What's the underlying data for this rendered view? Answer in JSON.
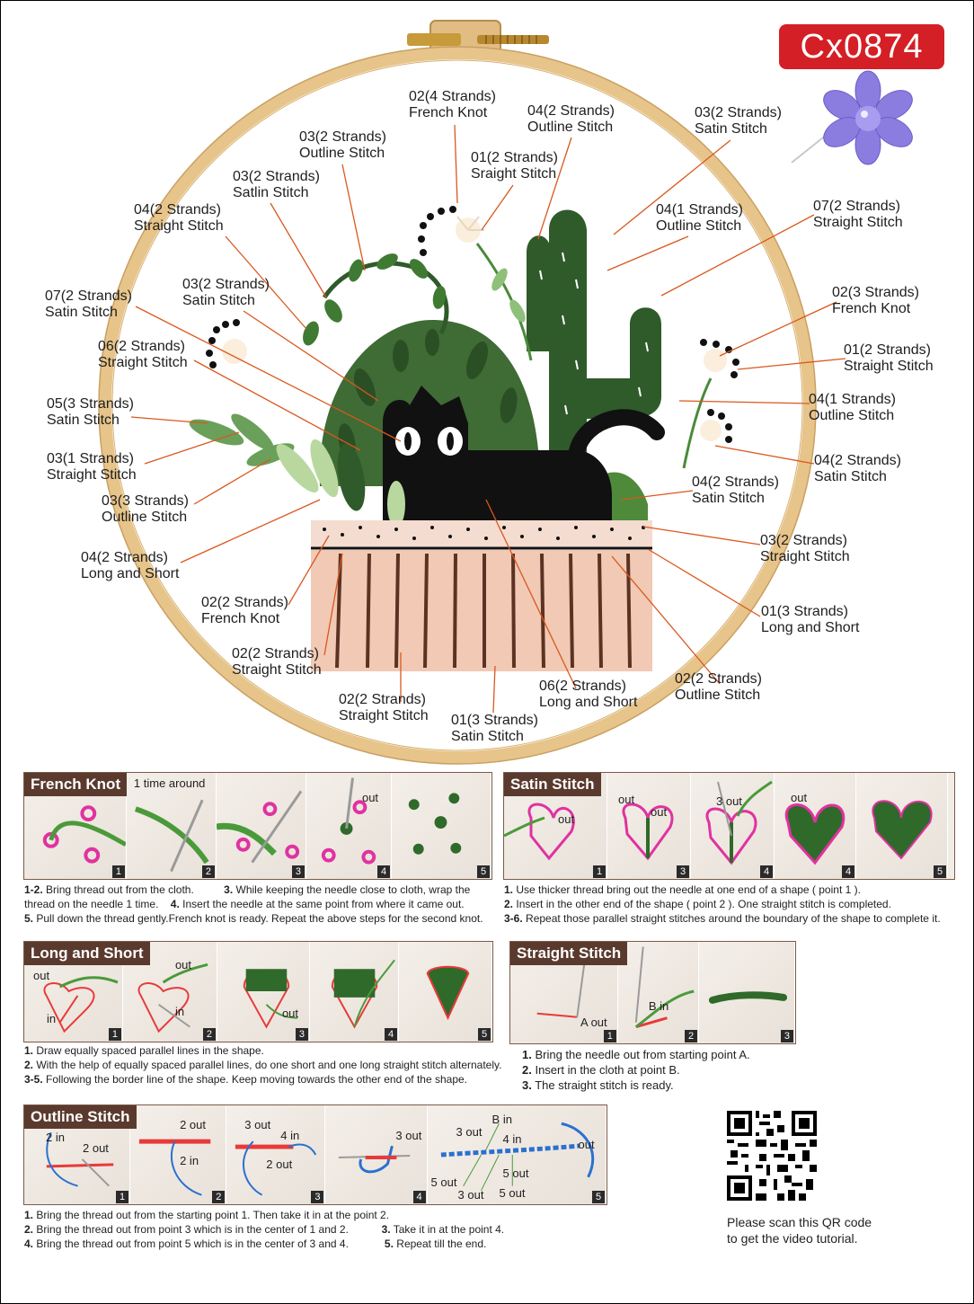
{
  "product_code": "Cx0874",
  "hoop_labels": [
    {
      "id": "l1",
      "line1": "02(4 Strands)",
      "line2": "French Knot"
    },
    {
      "id": "l2",
      "line1": "04(2 Strands)",
      "line2": "Outline Stitch"
    },
    {
      "id": "l3",
      "line1": "03(2 Strands)",
      "line2": "Satin Stitch"
    },
    {
      "id": "l4",
      "line1": "03(2 Strands)",
      "line2": "Outline Stitch"
    },
    {
      "id": "l5",
      "line1": "01(2 Strands)",
      "line2": "Sraight Stitch"
    },
    {
      "id": "l6",
      "line1": "03(2 Strands)",
      "line2": "Satlin Stitch"
    },
    {
      "id": "l7",
      "line1": "04(1 Strands)",
      "line2": "Outline Stitch"
    },
    {
      "id": "l8",
      "line1": "07(2 Strands)",
      "line2": "Straight Stitch"
    },
    {
      "id": "l9",
      "line1": "04(2 Strands)",
      "line2": "Straight Stitch"
    },
    {
      "id": "l10",
      "line1": "03(2 Strands)",
      "line2": "Satin Stitch"
    },
    {
      "id": "l11",
      "line1": "02(3 Strands)",
      "line2": "French Knot"
    },
    {
      "id": "l12",
      "line1": "07(2 Strands)",
      "line2": "Satin Stitch"
    },
    {
      "id": "l13",
      "line1": "06(2 Strands)",
      "line2": "Straight Stitch"
    },
    {
      "id": "l14",
      "line1": "01(2 Strands)",
      "line2": "Straight Stitch"
    },
    {
      "id": "l15",
      "line1": "04(1 Strands)",
      "line2": "Outline Stitch"
    },
    {
      "id": "l16",
      "line1": "05(3 Strands)",
      "line2": "Satin Stitch"
    },
    {
      "id": "l17",
      "line1": "04(2 Strands)",
      "line2": "Satin Stitch"
    },
    {
      "id": "l18",
      "line1": "03(1 Strands)",
      "line2": "Straight Stitch"
    },
    {
      "id": "l19",
      "line1": "04(2 Strands)",
      "line2": "Satin Stitch"
    },
    {
      "id": "l20",
      "line1": "03(3 Strands)",
      "line2": "Outline Stitch"
    },
    {
      "id": "l21",
      "line1": "03(2 Strands)",
      "line2": "Straight Stitch"
    },
    {
      "id": "l22",
      "line1": "04(2 Strands)",
      "line2": "Long and Short"
    },
    {
      "id": "l23",
      "line1": "01(3 Strands)",
      "line2": "Long and Short"
    },
    {
      "id": "l24",
      "line1": "02(2 Strands)",
      "line2": "French Knot"
    },
    {
      "id": "l25",
      "line1": "02(2 Strands)",
      "line2": "Straight Stitch"
    },
    {
      "id": "l26",
      "line1": "02(2 Strands)",
      "line2": "Outline Stitch"
    },
    {
      "id": "l27",
      "line1": "06(2 Strands)",
      "line2": "Long and Short"
    },
    {
      "id": "l28",
      "line1": "02(2 Strands)",
      "line2": "Straight Stitch"
    },
    {
      "id": "l29",
      "line1": "01(3 Strands)",
      "line2": "Satin Stitch"
    }
  ],
  "french_knot": {
    "title": "French Knot",
    "frame_texts": [
      "1 time around",
      "out"
    ],
    "frame_numbers": [
      "1",
      "2",
      "3",
      "4",
      "5"
    ],
    "step1_num": "1-2.",
    "step1": "Bring thread out from the cloth.",
    "step2_num": "3.",
    "step2": "While keeping the needle close to cloth, wrap the",
    "step2b": "thread on the needle 1 time.",
    "step3_num": "4.",
    "step3": "Insert the needle at the same point from where it came out.",
    "step4_num": "5.",
    "step4": "Pull down the thread gently.French knot is ready. Repeat the above steps for the second knot."
  },
  "satin_stitch": {
    "title": "Satin Stitch",
    "frame_texts": [
      "out",
      "out",
      "out",
      "3 out",
      "out"
    ],
    "frame_numbers": [
      "1",
      "3",
      "4",
      "4",
      "5"
    ],
    "step1_num": "1.",
    "step1": "Use thicker thread bring out the needle at one end of a shape ( point 1 ).",
    "step2_num": "2.",
    "step2": "Insert in the other end of the shape ( point 2 ). One straight stitch is completed.",
    "step3_num": "3-6.",
    "step3": "Repeat those parallel straight stitches around the boundary of the shape to complete it."
  },
  "long_and_short": {
    "title": "Long and Short",
    "frame_texts": [
      "out",
      "in",
      "out",
      "in",
      "out"
    ],
    "frame_numbers": [
      "1",
      "2",
      "3",
      "4",
      "5"
    ],
    "step1_num": "1.",
    "step1": "Draw equally spaced parallel lines in the shape.",
    "step2_num": "2.",
    "step2": "With the help of equally spaced parallel lines, do one short and one long straight stitch alternately.",
    "step3_num": "3-5.",
    "step3": "Following the border line of the shape. Keep moving towards the other end of the shape."
  },
  "straight_stitch": {
    "title": "Straight Stitch",
    "frame_texts": [
      "A out",
      "B in"
    ],
    "frame_numbers": [
      "1",
      "2",
      "3"
    ],
    "step1_num": "1.",
    "step1": "Bring the needle out from starting point A.",
    "step2_num": "2.",
    "step2": "Insert in the cloth at point B.",
    "step3_num": "3.",
    "step3": "The straight stitch is ready."
  },
  "outline_stitch": {
    "title": "Outline Stitch",
    "frame_texts": [
      "2 in",
      "2 out",
      "2 out",
      "2 in",
      "3 out",
      "4 in",
      "2 out",
      "3 out",
      "3 out",
      "B in",
      "4 in",
      "5 out",
      "5 out",
      "3 out",
      "5 out",
      "out"
    ],
    "frame_numbers": [
      "1",
      "2",
      "3",
      "4",
      "5"
    ],
    "step1_num": "1.",
    "step1": "Bring the thread out from the starting point 1. Then take it in at the point 2.",
    "step2_num": "2.",
    "step2": "Bring the thread out from point 3 which is in the center of 1 and 2.",
    "step3_num": "3.",
    "step3": "Take it in at the point 4.",
    "step4_num": "4.",
    "step4": "Bring the thread out from point 5 which is in the center of 3 and 4.",
    "step5_num": "5.",
    "step5": "Repeat till the end."
  },
  "qr": {
    "line1": "Please scan this QR code",
    "line2": "to get the video tutorial."
  },
  "colors": {
    "badge": "#d41f26",
    "panel_title": "#5b3a2e",
    "hoop_wood": "#e7c48a",
    "leader_line": "#d9581e",
    "cactus_green": "#2f5a2a",
    "pot_pink": "#f1c9b4",
    "cat_black": "#111111",
    "flower_purple": "#8b7de0"
  }
}
